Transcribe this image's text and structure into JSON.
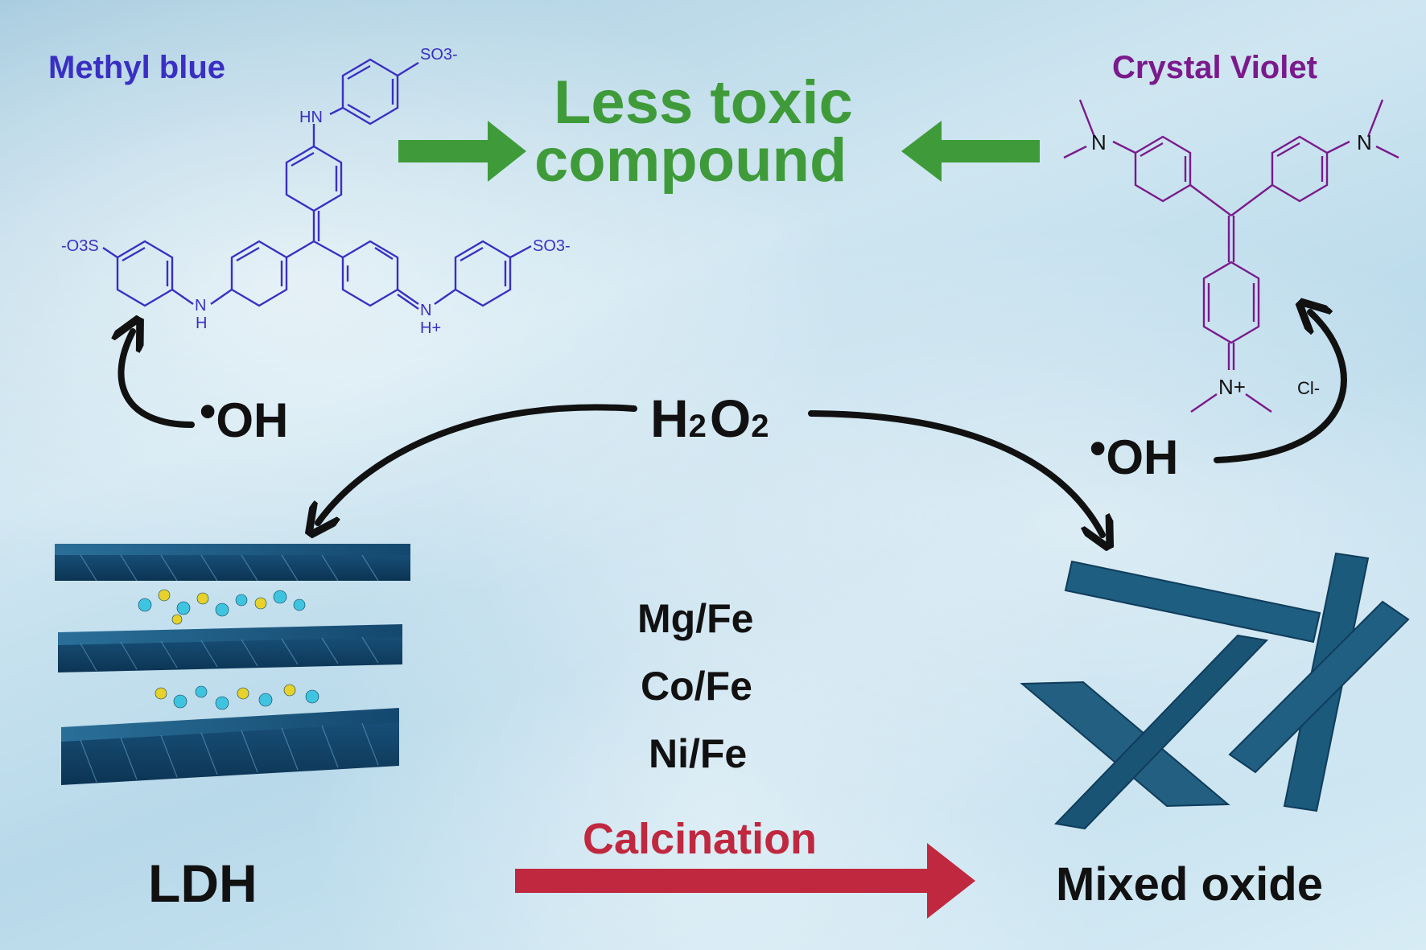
{
  "title": {
    "line1": "Less toxic",
    "line2": "compound"
  },
  "dyes": {
    "methyl_blue": {
      "name": "Methyl blue",
      "color": "#3a2fc4",
      "groups": {
        "so3_top": "SO3-",
        "so3_left": "-O3S",
        "so3_right": "SO3-",
        "hn": "HN",
        "nh": "N",
        "nh_h": "H",
        "nh_plus": "N",
        "nh_plus_h": "H+"
      }
    },
    "crystal_violet": {
      "name": "Crystal Violet",
      "color": "#7a1a8c",
      "groups": {
        "n_left": "N",
        "n_right": "N",
        "n_plus": "N+",
        "cl": "Cl-"
      }
    }
  },
  "reagents": {
    "h2o2": {
      "h": "H",
      "sub1": "2",
      "o": "O",
      "sub2": "2"
    },
    "radical_left": {
      "dot": "•",
      "text": "OH"
    },
    "radical_right": {
      "dot": "•",
      "text": "OH"
    }
  },
  "materials": {
    "ldh": "LDH",
    "mixed_oxide": "Mixed oxide",
    "compositions": [
      "Mg/Fe",
      "Co/Fe",
      "Ni/Fe"
    ]
  },
  "process": {
    "calcination": "Calcination"
  },
  "colors": {
    "green": "#3f9b3a",
    "red": "#c0283f",
    "black": "#111111",
    "slab": "#1d5f86",
    "slab_dark": "#0f3c5c",
    "atom_cyan": "#3fc4e0",
    "atom_yellow": "#e6d22a",
    "atom_red": "#c86a6a"
  }
}
